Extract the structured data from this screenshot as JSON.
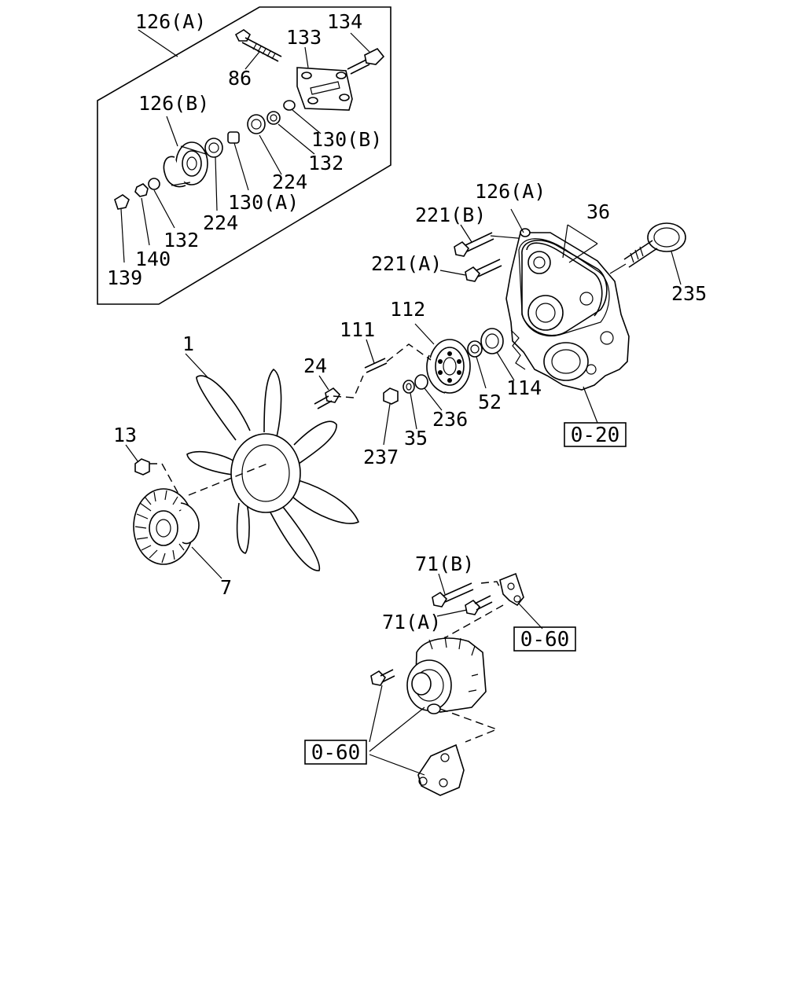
{
  "labels": {
    "l126a_top": "126(A)",
    "l134": "134",
    "l133": "133",
    "l86": "86",
    "l126b": "126(B)",
    "l130b": "130(B)",
    "l132_top": "132",
    "l224_mid": "224",
    "l130a": "130(A)",
    "l224_low": "224",
    "l132_low": "132",
    "l140": "140",
    "l139": "139",
    "l126a_right": "126(A)",
    "l36": "36",
    "l221b": "221(B)",
    "l221a": "221(A)",
    "l235": "235",
    "l112": "112",
    "l111": "111",
    "l1": "1",
    "l24": "24",
    "l52": "52",
    "l114": "114",
    "l236": "236",
    "l35": "35",
    "l237": "237",
    "l13": "13",
    "l7": "7",
    "l71b": "71(B)",
    "l71a": "71(A)"
  },
  "refs": {
    "r020": "0-20",
    "r060_right": "0-60",
    "r060_left": "0-60"
  }
}
